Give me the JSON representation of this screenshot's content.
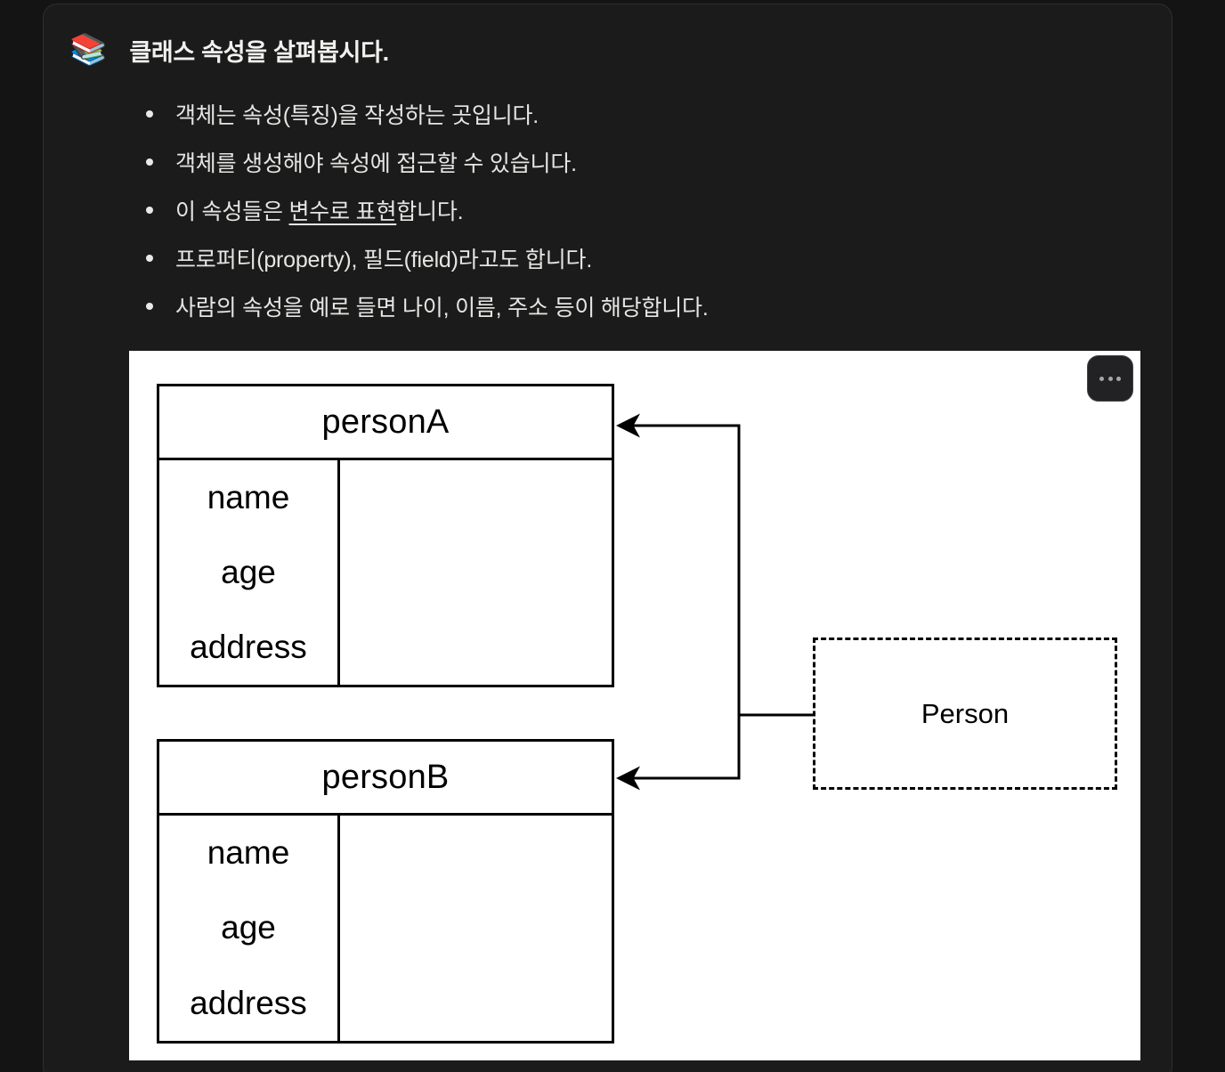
{
  "page": {
    "heading": {
      "emoji": "📚",
      "text": "클래스 속성을 살펴봅시다."
    },
    "bullets": [
      {
        "pre": "객체는 속성(특징)을 작성하는 곳입니다.",
        "u": "",
        "post": ""
      },
      {
        "pre": "객체를 생성해야 속성에 접근할 수 있습니다.",
        "u": "",
        "post": ""
      },
      {
        "pre": "이 속성들은 ",
        "u": "변수로 표현",
        "post": "합니다."
      },
      {
        "pre": "프로퍼티(property), 필드(field)라고도 합니다.",
        "u": "",
        "post": ""
      },
      {
        "pre": "사람의 속성을 예로 들면 나이, 이름, 주소 등이 해당합니다.",
        "u": "",
        "post": ""
      }
    ]
  },
  "diagram": {
    "objects": [
      {
        "title": "personA",
        "fields": [
          "name",
          "age",
          "address"
        ]
      },
      {
        "title": "personB",
        "fields": [
          "name",
          "age",
          "address"
        ]
      }
    ],
    "class_box": {
      "label": "Person"
    },
    "menu_button": {
      "icon": "ellipsis-icon"
    }
  },
  "colors": {
    "page_bg": "#141414",
    "card_bg": "#1b1b1b",
    "card_border": "#2e2e30",
    "text": "#e5e5e3",
    "canvas_bg": "#ffffff",
    "diagram_stroke": "#000000"
  }
}
